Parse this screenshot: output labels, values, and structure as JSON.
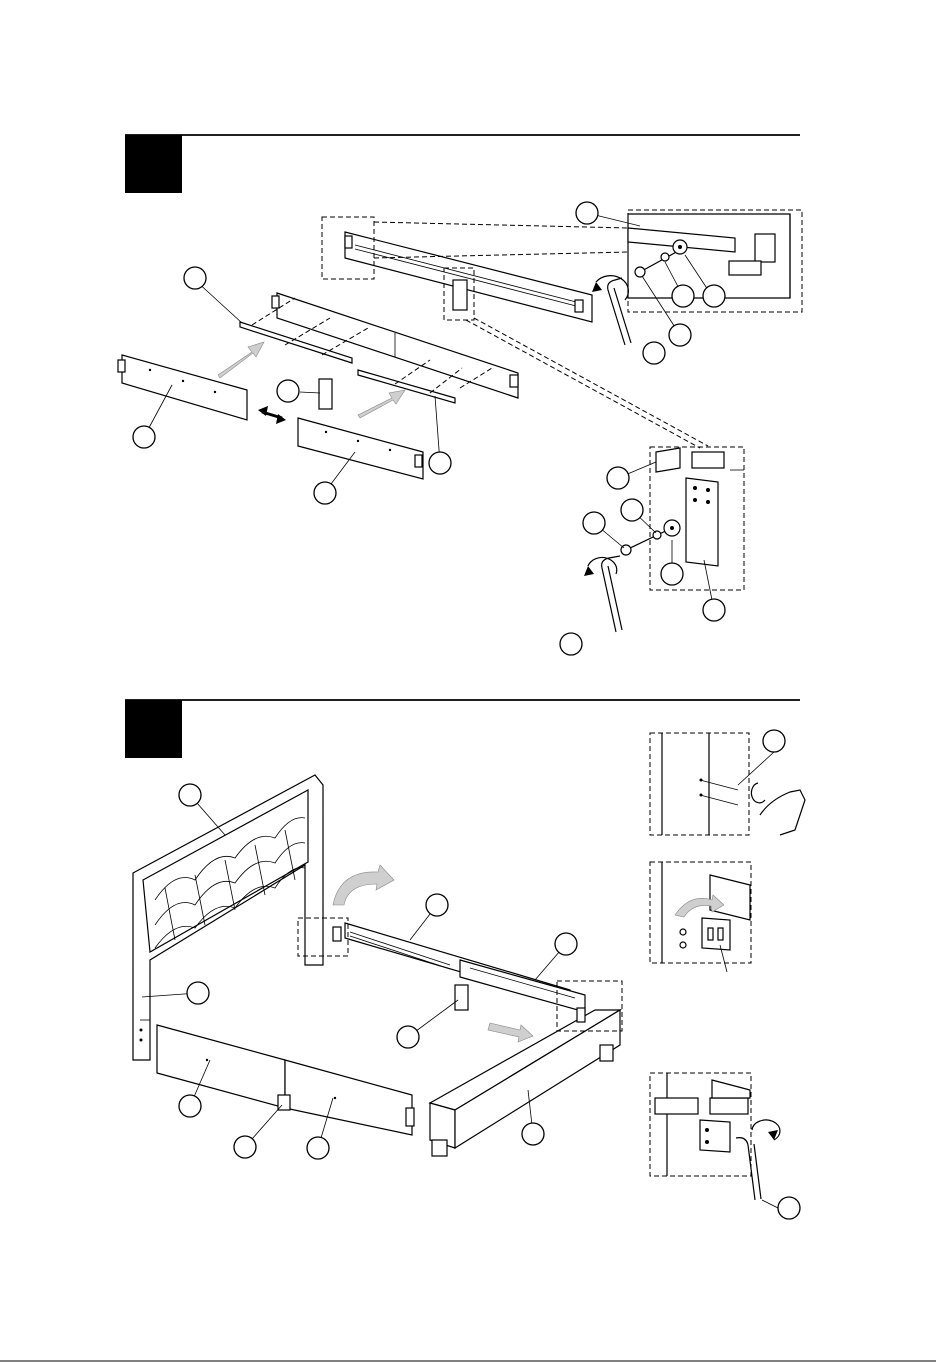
{
  "steps": [
    {
      "number": "",
      "badge_color": "#000000"
    },
    {
      "number": "",
      "badge_color": "#000000"
    }
  ],
  "colors": {
    "line": "#000000",
    "background": "#ffffff",
    "motion_arrow": "#cfcfcf"
  },
  "step1": {
    "callouts": 17,
    "detail_boxes": 2,
    "tool": "allen-key"
  },
  "step2": {
    "callouts": 10,
    "detail_boxes": 3,
    "tool": "allen-key"
  }
}
